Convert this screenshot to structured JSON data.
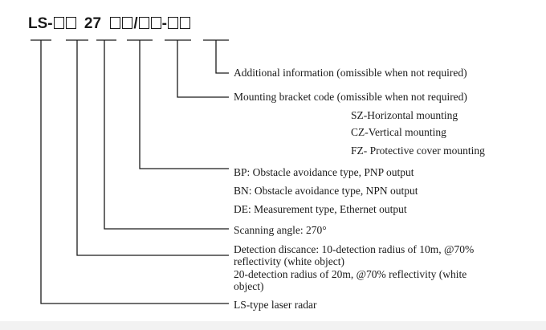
{
  "model_code": {
    "prefix": "LS-",
    "angle_code": "27",
    "slash": "/",
    "dash": "-"
  },
  "fields": [
    {
      "id": "additional",
      "text": "Additional information (omissible when not required)"
    },
    {
      "id": "mounting",
      "text": "Mounting bracket code (omissible when not required)",
      "options": [
        "SZ-Horizontal mounting",
        "CZ-Vertical mounting",
        "FZ- Protective cover mounting"
      ]
    },
    {
      "id": "type",
      "text": "BP: Obstacle avoidance type, PNP output",
      "options": [
        "BN: Obstacle avoidance type, NPN output",
        "DE: Measurement type, Ethernet output"
      ]
    },
    {
      "id": "angle",
      "text": "Scanning angle: 270°"
    },
    {
      "id": "distance",
      "lines": [
        "Detection discance: 10-detection radius of 10m, @70%",
        "reflectivity (white object)",
        "20-detection radius of 20m, @70% reflectivity (white",
        "object)"
      ]
    },
    {
      "id": "series",
      "text": "LS-type laser radar"
    }
  ],
  "colors": {
    "ink": "#1a1a1a",
    "background": "#ffffff",
    "footer": "#f2f2f2"
  }
}
